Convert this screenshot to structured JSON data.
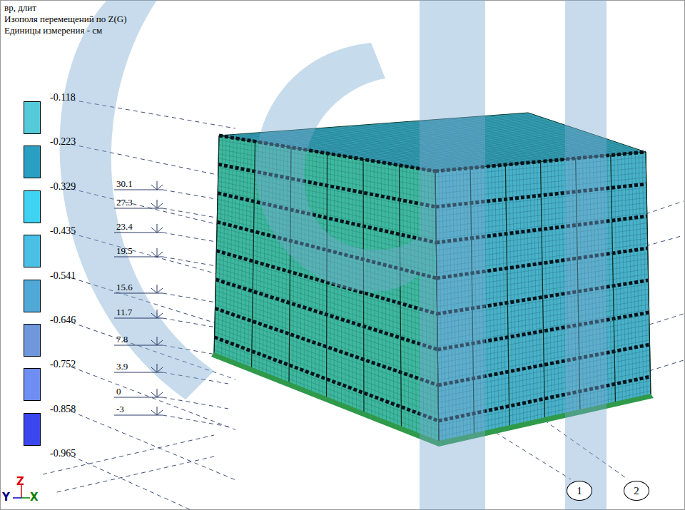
{
  "diagram": {
    "nodes": [
      {
        "text": [
          "1"
        ]
      },
      {
        "text": [
          "2"
        ]
      }
    ],
    "labels": [
      "вр, длит",
      "Изополя перемещений по Z(G)",
      "Единицы измерения - см",
      "30.1",
      "27.3",
      "23.4",
      "19.5",
      "15.6",
      "11.7",
      "7.8",
      "3.9",
      "0",
      "-3",
      "-0.965",
      "Y",
      "Z",
      "X"
    ],
    "legend": [
      {
        "text": "-0.118",
        "color": "#55cad8"
      },
      {
        "text": "-0.223",
        "color": "#2a9fc2"
      },
      {
        "text": "-0.329",
        "color": "#3fd2f2"
      },
      {
        "text": "-0.435",
        "color": "#4ac0e6"
      },
      {
        "text": "-0.541",
        "color": "#4fa8d6"
      },
      {
        "text": "-0.646",
        "color": "#6f98dc"
      },
      {
        "text": "-0.752",
        "color": "#6f8ef4"
      },
      {
        "text": "-0.858",
        "color": "#3a46ee"
      }
    ]
  }
}
